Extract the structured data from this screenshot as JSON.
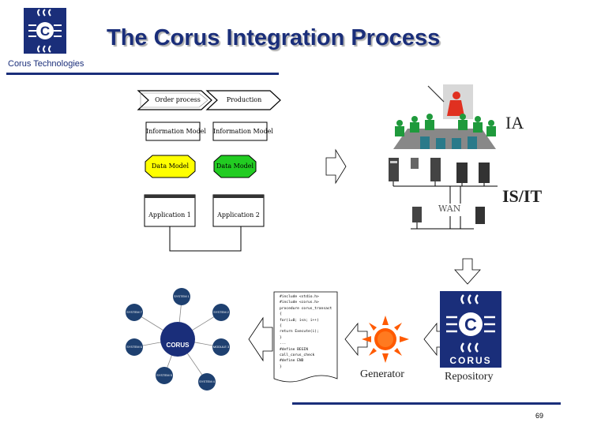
{
  "slide": {
    "title": "The Corus Integration Process",
    "company": "Corus Technologies",
    "page_number": "69"
  },
  "process": {
    "order_process": "Order process",
    "production": "Production",
    "info_model_1": "Information Model",
    "info_model_2": "Information Model",
    "data_model_1": "Data Model",
    "data_model_2": "Data Model",
    "application_1": "Application 1",
    "application_2": "Application 2"
  },
  "layers": {
    "ia": "IA",
    "isit": "IS/IT",
    "wan": "WAN"
  },
  "hub": {
    "center": "CORUS",
    "systems": [
      "SYSTEM 1",
      "SYSTEM 2",
      "MODULE 3",
      "SYSTEM 4",
      "SYSTEM 5",
      "SYSTEM 6",
      "SYSTEM 7"
    ]
  },
  "code_listing": [
    "#include <stdio.h>",
    "#include <corus.h>",
    "",
    "procedure corus_transactn",
    "{",
    "  for(i=0; i<n; i++)",
    "  {",
    "    return Execute(i);",
    "  }",
    "  ...",
    "  #define BEGIN",
    "  call_corus_check",
    "  #define END",
    "}"
  ],
  "generator_label": "Generator",
  "repository_label": "Repository",
  "logo_text": "CORUS",
  "colors": {
    "brand_blue": "#1a2e7a",
    "data_model_yellow": "#ffff00",
    "data_model_green": "#22cc22",
    "sun_orange": "#ff5a00",
    "person_green": "#1f9a3c",
    "person_red": "#e03020"
  }
}
